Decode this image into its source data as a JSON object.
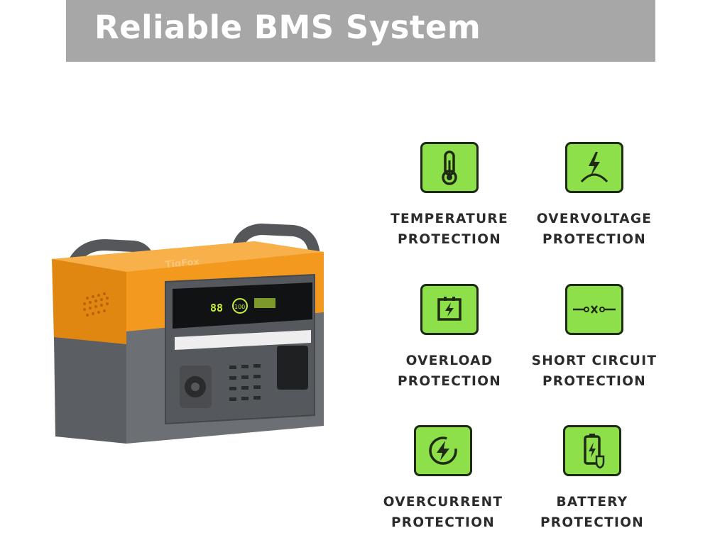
{
  "banner": {
    "title": "Reliable BMS System"
  },
  "product": {
    "brand_text": "TigFox",
    "display_reading": "88",
    "display_badge": "100"
  },
  "colors": {
    "banner_bg": "#a7a7a7",
    "icon_green": "#8ee04a",
    "device_orange": "#f39a1e",
    "device_gray": "#6c6f73"
  },
  "features": [
    {
      "icon": "thermometer-icon",
      "line1": "TEMPERATURE",
      "line2": "PROTECTION"
    },
    {
      "icon": "lightning-icon",
      "line1": "OVERVOLTAGE",
      "line2": "PROTECTION"
    },
    {
      "icon": "overload-icon",
      "line1": "OVERLOAD",
      "line2": "PROTECTION"
    },
    {
      "icon": "short-circuit-icon",
      "line1": "SHORT CIRCUIT",
      "line2": "PROTECTION"
    },
    {
      "icon": "overcurrent-icon",
      "line1": "OVERCURRENT",
      "line2": "PROTECTION"
    },
    {
      "icon": "battery-icon",
      "line1": "BATTERY",
      "line2": "PROTECTION"
    }
  ]
}
